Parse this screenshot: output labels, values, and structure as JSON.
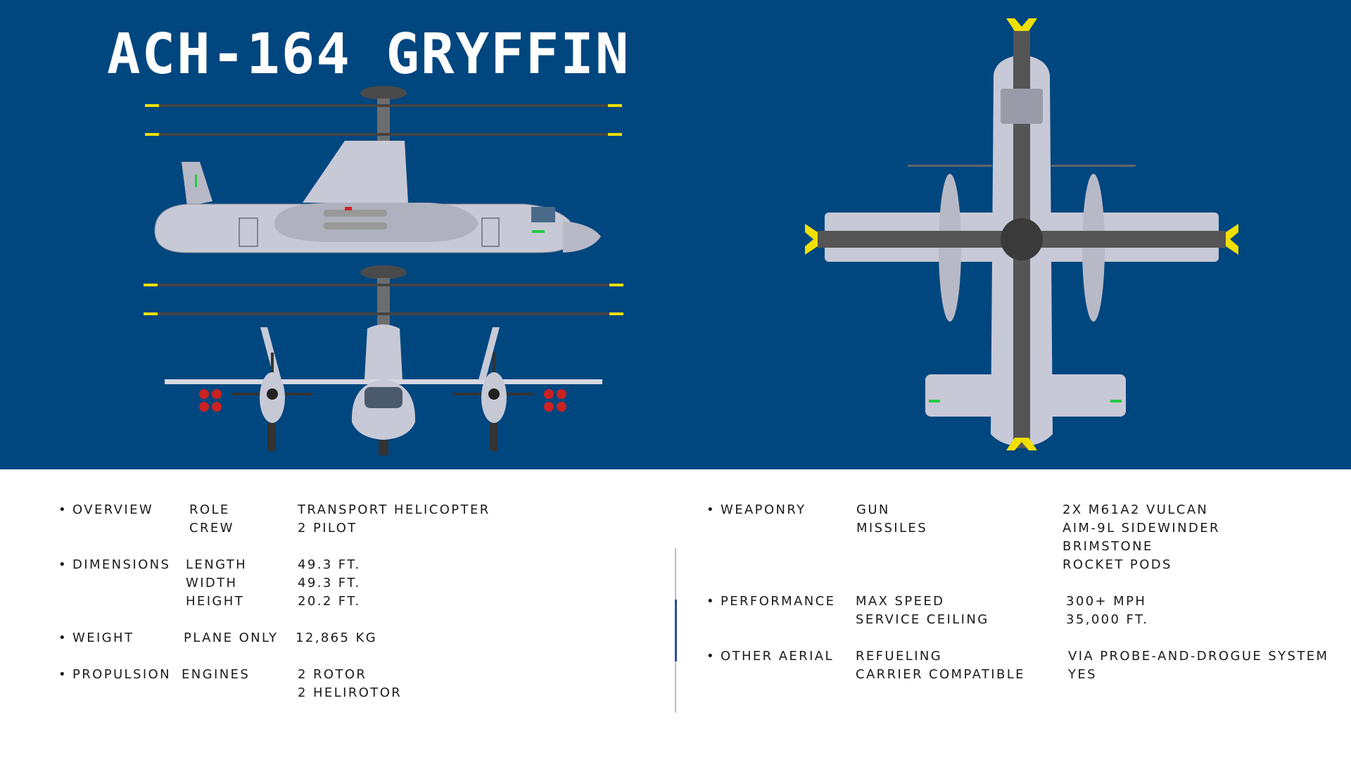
{
  "title": "ACH-164 GRYFFIN",
  "colors": {
    "background": "#00467f",
    "fuselage": "#c8c9d6",
    "rotor": "#4a4a4a",
    "rotor_tip": "#f0e000",
    "accent_green": "#22cc44",
    "accent_red": "#cc2222"
  },
  "left_specs": [
    {
      "category": "OVERVIEW",
      "rows": [
        {
          "label": "ROLE",
          "value": "TRANSPORT HELICOPTER"
        },
        {
          "label": "CREW",
          "value": "2 PILOT"
        }
      ]
    },
    {
      "category": "DIMENSIONS",
      "rows": [
        {
          "label": "LENGTH",
          "value": "49.3 FT."
        },
        {
          "label": "WIDTH",
          "value": "49.3 FT."
        },
        {
          "label": "HEIGHT",
          "value": "20.2 FT."
        }
      ]
    },
    {
      "category": "WEIGHT",
      "rows": [
        {
          "label": "PLANE ONLY",
          "value": "12,865 KG"
        }
      ]
    },
    {
      "category": "PROPULSION",
      "rows": [
        {
          "label": "ENGINES",
          "value": "2 ROTOR"
        },
        {
          "label": "",
          "value": "2 HELIROTOR"
        }
      ]
    }
  ],
  "right_specs": [
    {
      "category": "WEAPONRY",
      "rows": [
        {
          "label": "GUN",
          "value": "2X M61A2 VULCAN"
        },
        {
          "label": "MISSILES",
          "value": "AIM-9L SIDEWINDER"
        },
        {
          "label": "",
          "value": "BRIMSTONE"
        },
        {
          "label": "",
          "value": "ROCKET PODS"
        }
      ]
    },
    {
      "category": "PERFORMANCE",
      "rows": [
        {
          "label": "MAX SPEED",
          "value": "300+ MPH"
        },
        {
          "label": "SERVICE CEILING",
          "value": "35,000 FT."
        }
      ]
    },
    {
      "category": "OTHER AERIAL",
      "rows": [
        {
          "label": "REFUELING",
          "value": "VIA PROBE-AND-DROGUE SYSTEM"
        },
        {
          "label": "CARRIER COMPATIBLE",
          "value": "YES"
        }
      ]
    }
  ]
}
